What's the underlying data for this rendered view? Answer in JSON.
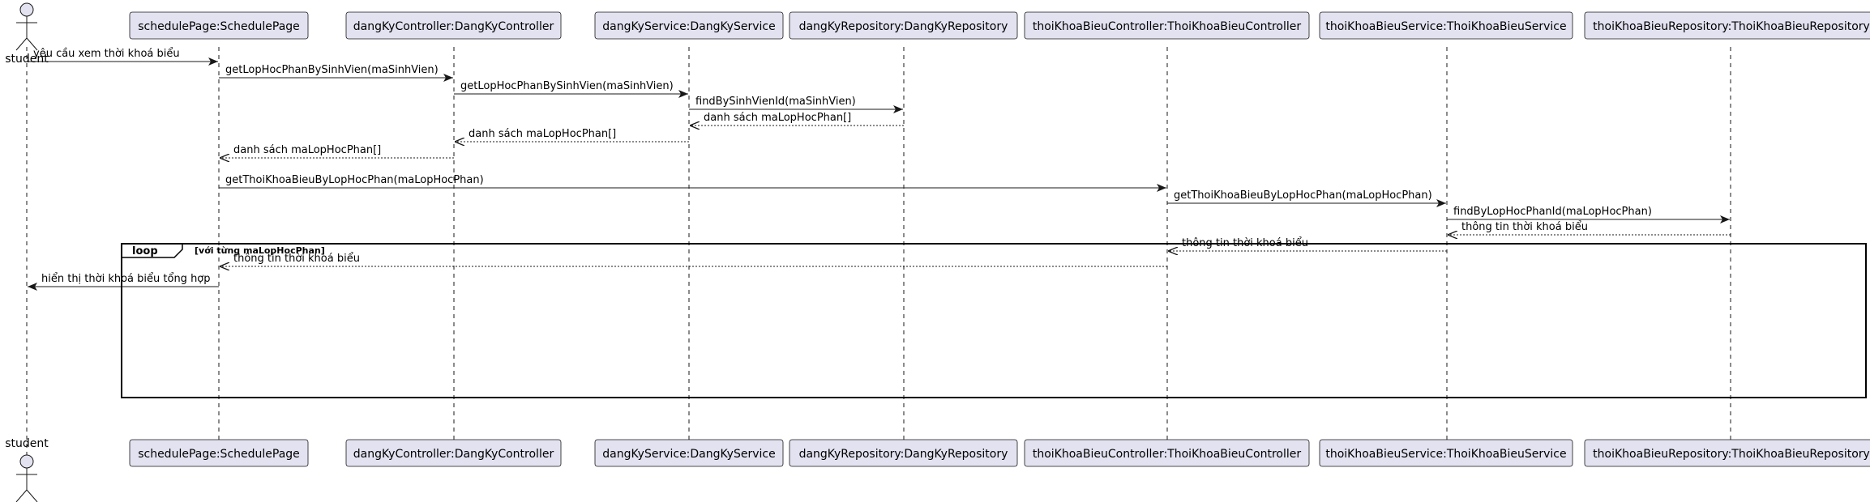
{
  "actor": {
    "name": "student"
  },
  "participants": [
    {
      "label": "schedulePage:SchedulePage"
    },
    {
      "label": "dangKyController:DangKyController"
    },
    {
      "label": "dangKyService:DangKyService"
    },
    {
      "label": "dangKyRepository:DangKyRepository"
    },
    {
      "label": "thoiKhoaBieuController:ThoiKhoaBieuController"
    },
    {
      "label": "thoiKhoaBieuService:ThoiKhoaBieuService"
    },
    {
      "label": "thoiKhoaBieuRepository:ThoiKhoaBieuRepository"
    }
  ],
  "messages": [
    {
      "from": 0,
      "to": 1,
      "label": "yêu cầu xem thời khoá biểu",
      "dashed": false
    },
    {
      "from": 1,
      "to": 2,
      "label": "getLopHocPhanBySinhVien(maSinhVien)",
      "dashed": false
    },
    {
      "from": 2,
      "to": 3,
      "label": "getLopHocPhanBySinhVien(maSinhVien)",
      "dashed": false
    },
    {
      "from": 3,
      "to": 4,
      "label": "findBySinhVienId(maSinhVien)",
      "dashed": false
    },
    {
      "from": 4,
      "to": 3,
      "label": "danh sách maLopHocPhan[]",
      "dashed": true
    },
    {
      "from": 3,
      "to": 2,
      "label": "danh sách maLopHocPhan[]",
      "dashed": true
    },
    {
      "from": 2,
      "to": 1,
      "label": "danh sách maLopHocPhan[]",
      "dashed": true
    },
    {
      "from": 1,
      "to": 5,
      "label": "getThoiKhoaBieuByLopHocPhan(maLopHocPhan)",
      "dashed": false
    },
    {
      "from": 5,
      "to": 6,
      "label": "getThoiKhoaBieuByLopHocPhan(maLopHocPhan)",
      "dashed": false
    },
    {
      "from": 6,
      "to": 7,
      "label": "findByLopHocPhanId(maLopHocPhan)",
      "dashed": false
    },
    {
      "from": 7,
      "to": 6,
      "label": "thông tin thời khoá biểu",
      "dashed": true
    },
    {
      "from": 6,
      "to": 5,
      "label": "thông tin thời khoá biểu",
      "dashed": true
    },
    {
      "from": 5,
      "to": 1,
      "label": "thông tin thời khoá biểu",
      "dashed": true
    },
    {
      "from": 1,
      "to": 0,
      "label": "hiển thị thời khoá biểu tổng hợp",
      "dashed": false
    }
  ],
  "loop": {
    "keyword": "loop",
    "condition": "[với từng maLopHocPhan]"
  },
  "colors": {
    "participant_fill": "#E2E2F0",
    "participant_border": "#181818",
    "line": "#181818"
  }
}
